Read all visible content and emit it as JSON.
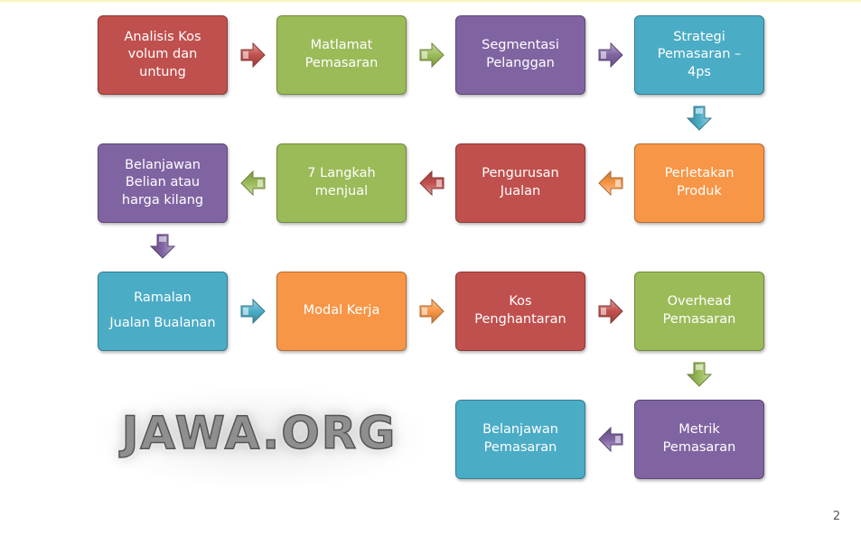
{
  "diagram": {
    "colors": {
      "red": "#c0504d",
      "green": "#9bbb59",
      "purple": "#8064a2",
      "cyan": "#4bacc6",
      "orange": "#f79646"
    },
    "steps": [
      {
        "id": "analisis-kos",
        "label": "Analisis Kos\nvolum dan\nuntung",
        "color": "red"
      },
      {
        "id": "matlamat",
        "label": "Matlamat\nPemasaran",
        "color": "green"
      },
      {
        "id": "segmentasi",
        "label": "Segmentasi\nPelanggan",
        "color": "purple"
      },
      {
        "id": "strategi",
        "label": "Strategi\nPemasaran –\n4ps",
        "color": "cyan"
      },
      {
        "id": "perletakan",
        "label": "Perletakan\nProduk",
        "color": "orange"
      },
      {
        "id": "pengurusan",
        "label": "Pengurusan\nJualan",
        "color": "red"
      },
      {
        "id": "langkah",
        "label": "7 Langkah\nmenjual",
        "color": "green"
      },
      {
        "id": "belanjawan-belian",
        "label": "Belanjawan\nBelian atau\nharga kilang",
        "color": "purple"
      },
      {
        "id": "ramalan",
        "label": "Ramalan\nJualan Bualanan",
        "color": "cyan"
      },
      {
        "id": "modal-kerja",
        "label": "Modal Kerja",
        "color": "orange"
      },
      {
        "id": "kos-penghantaran",
        "label": "Kos\nPenghantaran",
        "color": "red"
      },
      {
        "id": "overhead",
        "label": "Overhead\nPemasaran",
        "color": "green"
      },
      {
        "id": "metrik",
        "label": "Metrik\nPemasaran",
        "color": "purple"
      },
      {
        "id": "belanjawan-pemasaran",
        "label": "Belanjawan\nPemasaran",
        "color": "cyan"
      }
    ],
    "connectors": [
      {
        "from": "analisis-kos",
        "to": "matlamat",
        "direction": "right",
        "color": "red"
      },
      {
        "from": "matlamat",
        "to": "segmentasi",
        "direction": "right",
        "color": "green"
      },
      {
        "from": "segmentasi",
        "to": "strategi",
        "direction": "right",
        "color": "purple"
      },
      {
        "from": "strategi",
        "to": "perletakan",
        "direction": "down",
        "color": "cyan"
      },
      {
        "from": "perletakan",
        "to": "pengurusan",
        "direction": "left",
        "color": "orange"
      },
      {
        "from": "pengurusan",
        "to": "langkah",
        "direction": "left",
        "color": "red"
      },
      {
        "from": "langkah",
        "to": "belanjawan-belian",
        "direction": "left",
        "color": "green"
      },
      {
        "from": "belanjawan-belian",
        "to": "ramalan",
        "direction": "down",
        "color": "purple"
      },
      {
        "from": "ramalan",
        "to": "modal-kerja",
        "direction": "right",
        "color": "cyan"
      },
      {
        "from": "modal-kerja",
        "to": "kos-penghantaran",
        "direction": "right",
        "color": "orange"
      },
      {
        "from": "kos-penghantaran",
        "to": "overhead",
        "direction": "right",
        "color": "red"
      },
      {
        "from": "overhead",
        "to": "metrik",
        "direction": "down",
        "color": "green"
      },
      {
        "from": "metrik",
        "to": "belanjawan-pemasaran",
        "direction": "left",
        "color": "purple"
      }
    ]
  },
  "watermark": {
    "text": "JAWA.ORG"
  },
  "page_number": "2"
}
